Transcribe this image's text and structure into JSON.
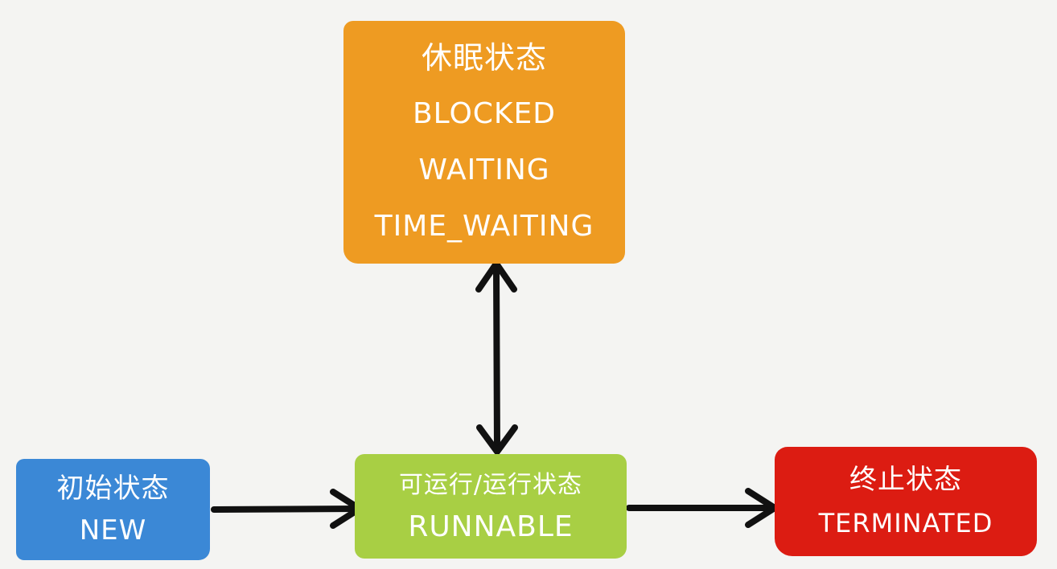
{
  "nodes": {
    "sleep": {
      "title": "休眠状态",
      "states": [
        "BLOCKED",
        "WAITING",
        "TIME_WAITING"
      ],
      "color": "#ee9b22"
    },
    "new": {
      "title": "初始状态",
      "state": "NEW",
      "color": "#3b88d6"
    },
    "runnable": {
      "title": "可运行/运行状态",
      "state": "RUNNABLE",
      "color": "#a8cf44"
    },
    "terminated": {
      "title": "终止状态",
      "state": "TERMINATED",
      "color": "#dc1c12"
    }
  },
  "edges": [
    {
      "from": "new",
      "to": "runnable",
      "direction": "forward"
    },
    {
      "from": "runnable",
      "to": "sleep",
      "direction": "bidirectional"
    },
    {
      "from": "runnable",
      "to": "terminated",
      "direction": "forward"
    }
  ],
  "edge_color": "#111111"
}
